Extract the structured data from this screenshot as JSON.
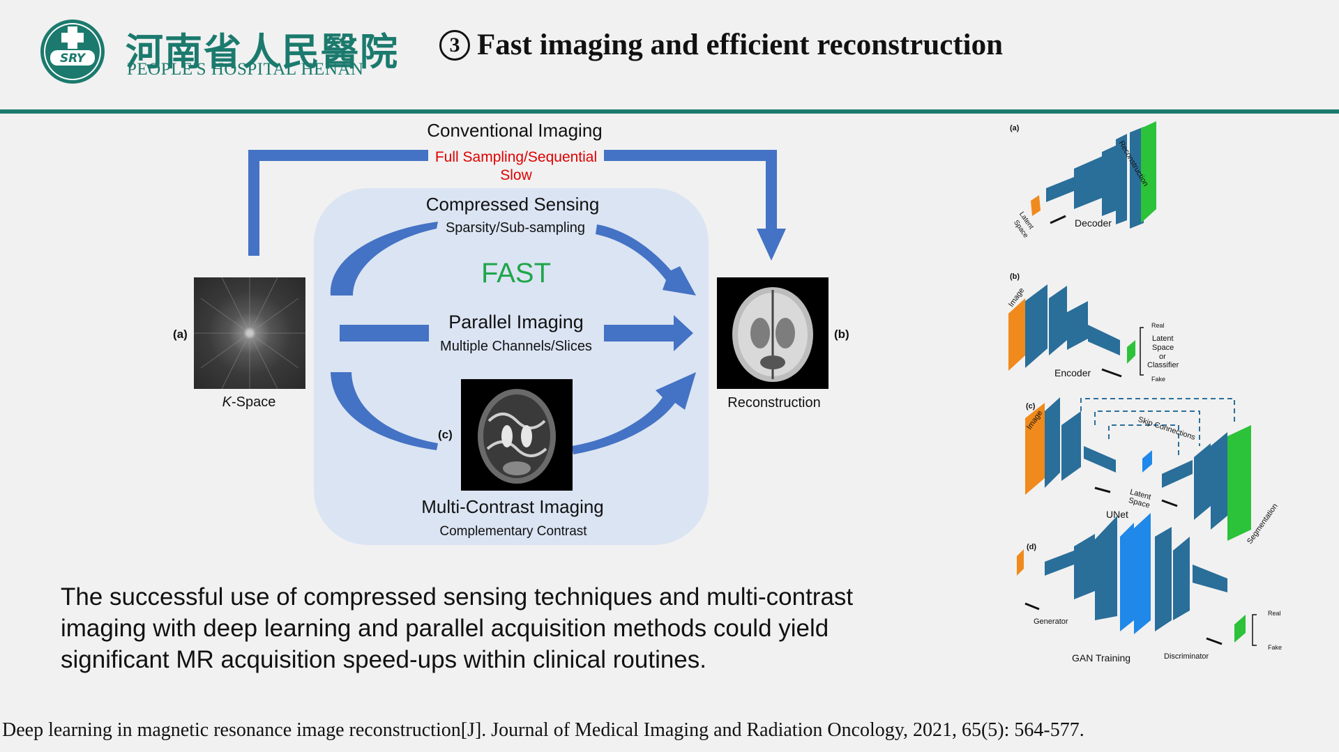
{
  "header": {
    "logo_cn": "河南省人民醫院",
    "logo_en": "PEOPLE'S HOSPITAL HENAN",
    "logo_badge": "SRY",
    "title_num": "3",
    "title": "Fast imaging and efficient reconstruction"
  },
  "diagram": {
    "conventional": "Conventional Imaging",
    "full_sampling": "Full Sampling/Sequential",
    "slow": "Slow",
    "cs_title": "Compressed Sensing",
    "cs_sub": "Sparsity/Sub-sampling",
    "fast": "FAST",
    "pi_title": "Parallel Imaging",
    "pi_sub": "Multiple Channels/Slices",
    "mc_title": "Multi-Contrast Imaging",
    "mc_sub": "Complementary Contrast",
    "label_a": "(a)",
    "label_b": "(b)",
    "label_c": "(c)",
    "kspace_k": "K",
    "kspace_rest": "-Space",
    "reconstruction": "Reconstruction",
    "colors": {
      "arrow": "#4472c4",
      "box": "#dbe4f3",
      "red": "#e00000",
      "green": "#1fa64a"
    }
  },
  "networks": {
    "a": {
      "tag": "(a)",
      "decoder": "Decoder",
      "latent1": "Latent",
      "latent2": "Space",
      "recon": "Reconstruction"
    },
    "b": {
      "tag": "(b)",
      "image": "Image",
      "encoder": "Encoder",
      "real": "Real",
      "ls1": "Latent",
      "ls2": "Space",
      "or": "or",
      "classifier": "Classifier",
      "fake": "Fake"
    },
    "c": {
      "tag": "(c)",
      "image": "Image",
      "skip": "Skip Connections",
      "latent1": "Latent",
      "latent2": "Space",
      "unet": "UNet",
      "seg": "Segmentation"
    },
    "d": {
      "tag": "(d)",
      "generator": "Generator",
      "gan": "GAN Training",
      "discriminator": "Discriminator",
      "real": "Real",
      "fake": "Fake"
    },
    "colors": {
      "blue": "#2a6e9a",
      "orange": "#f08a1c",
      "green": "#2cc23a",
      "bright": "#1f88e8"
    }
  },
  "body_text": "The successful use of compressed sensing techniques and multi-contrast imaging with deep learning and parallel acquisition methods could yield significant MR acquisition speed-ups within clinical routines.",
  "citation": "Deep learning in magnetic resonance image reconstruction[J]. Journal of Medical Imaging and Radiation Oncology, 2021, 65(5): 564-577."
}
